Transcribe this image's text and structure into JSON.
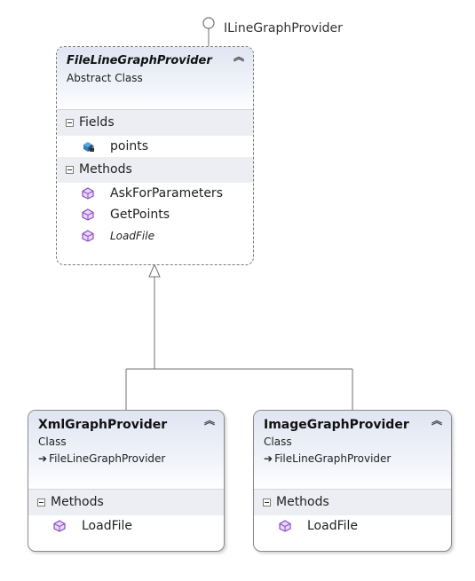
{
  "interface": {
    "name": "ILineGraphProvider",
    "icon": "interface-lollipop-icon"
  },
  "classes": {
    "file_line_graph_provider": {
      "name": "FileLineGraphProvider",
      "kind": "Abstract Class",
      "sections": [
        {
          "title": "Fields",
          "members": [
            {
              "label": "points",
              "icon": "private-field-icon",
              "italic": false
            }
          ]
        },
        {
          "title": "Methods",
          "members": [
            {
              "label": "AskForParameters",
              "icon": "method-icon",
              "italic": false
            },
            {
              "label": "GetPoints",
              "icon": "method-icon",
              "italic": false
            },
            {
              "label": "LoadFile",
              "icon": "method-icon",
              "italic": true
            }
          ]
        }
      ]
    },
    "xml_graph_provider": {
      "name": "XmlGraphProvider",
      "kind": "Class",
      "base": "FileLineGraphProvider",
      "sections": [
        {
          "title": "Methods",
          "members": [
            {
              "label": "LoadFile",
              "icon": "method-icon",
              "italic": false
            }
          ]
        }
      ]
    },
    "image_graph_provider": {
      "name": "ImageGraphProvider",
      "kind": "Class",
      "base": "FileLineGraphProvider",
      "sections": [
        {
          "title": "Methods",
          "members": [
            {
              "label": "LoadFile",
              "icon": "method-icon",
              "italic": false
            }
          ]
        }
      ]
    }
  },
  "colors": {
    "connector": "#707070",
    "header_tint": "#dfe5f2",
    "section_bg": "#eceef3",
    "method_icon": "#8a4cc2",
    "field_icon": "#2f7fc1"
  }
}
